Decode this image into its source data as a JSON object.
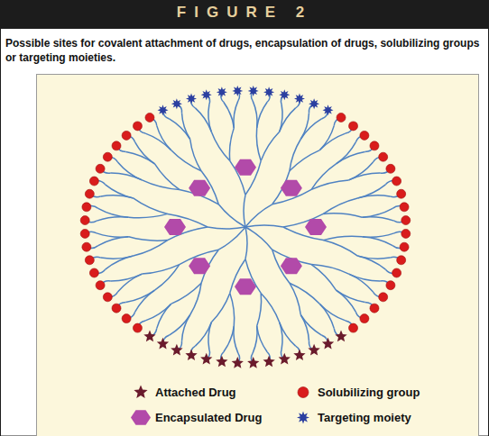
{
  "diagram": {
    "title": "FIGURE 2",
    "caption": "Possible sites for covalent attachment of drugs, encapsulation of drugs, solubilizing groups or targeting moieties.",
    "legend": [
      {
        "text": "Attached Drug"
      },
      {
        "text": "Solubilizing group"
      },
      {
        "text": "Encapsulated Drug"
      },
      {
        "text": "Targeting moiety"
      }
    ]
  }
}
